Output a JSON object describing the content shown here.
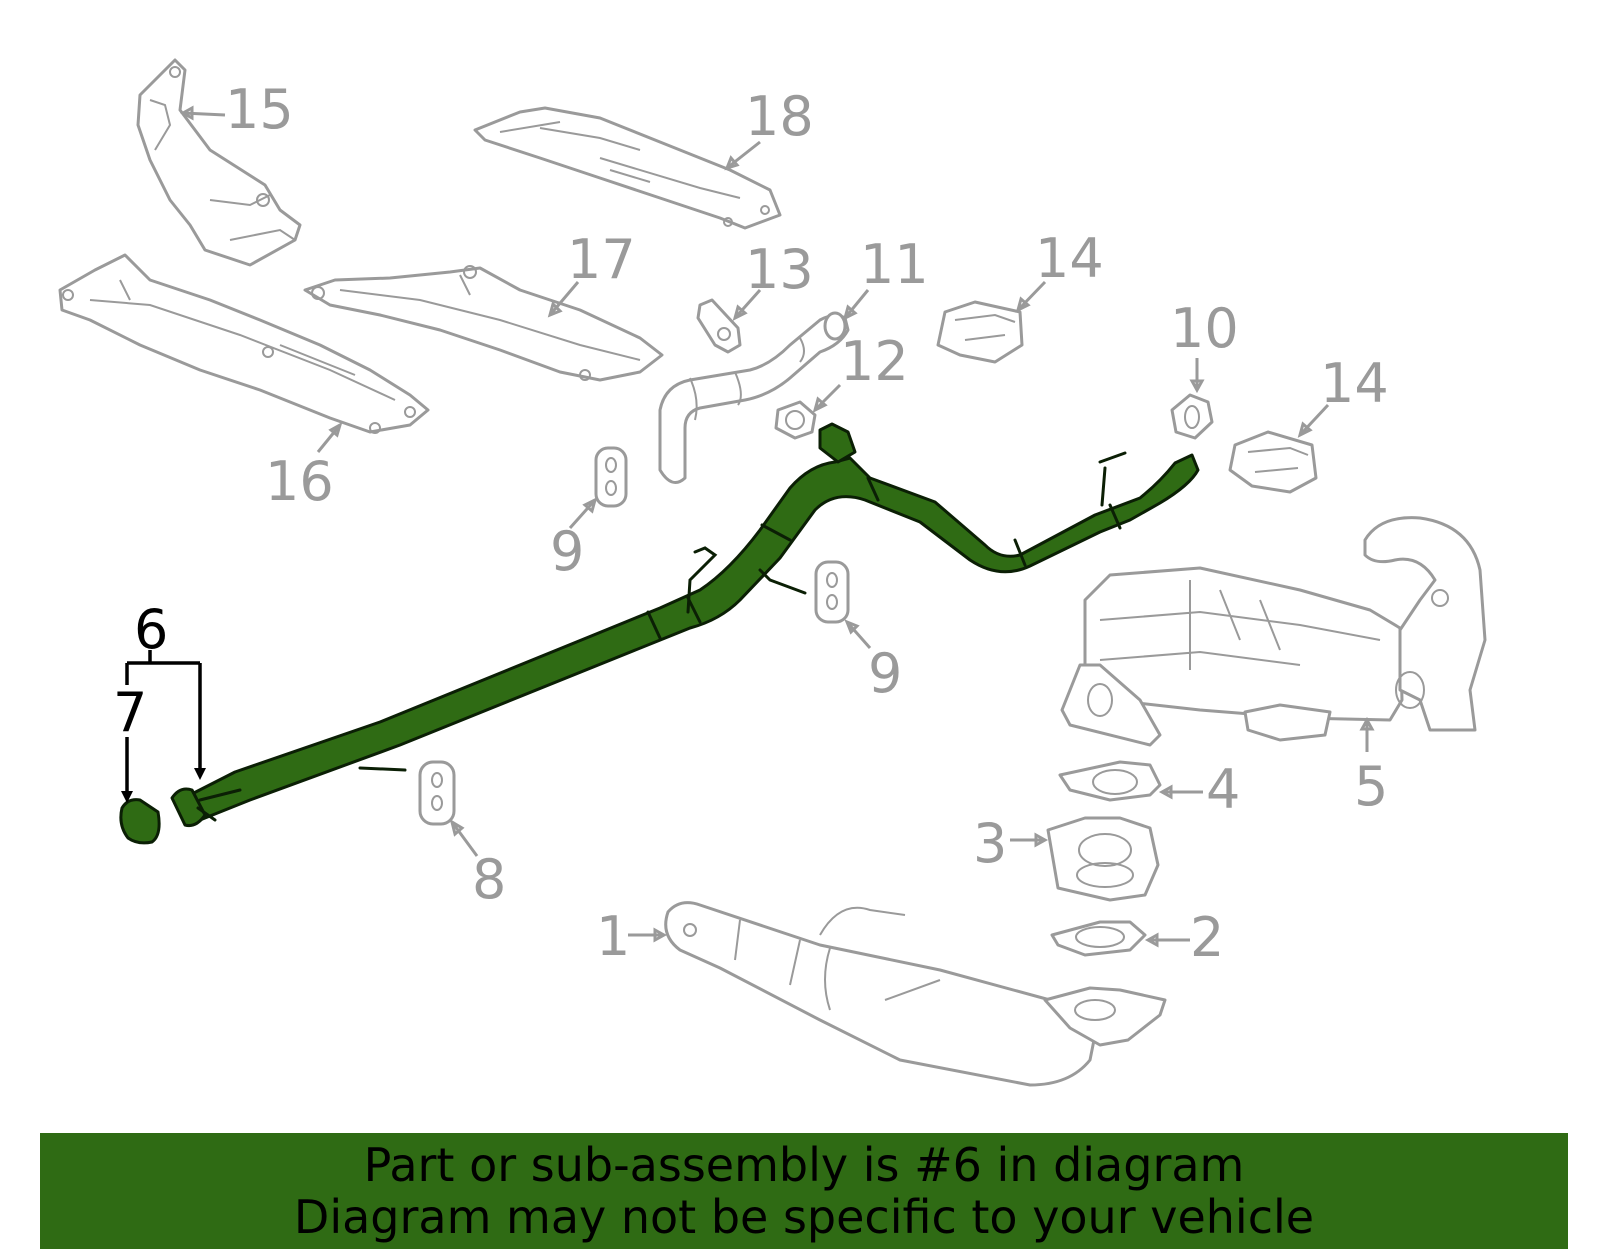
{
  "colors": {
    "highlight": "#2f6b14",
    "part_line": "#9a9a9a",
    "banner_bg": "#2f6b14",
    "banner_text": "#000000"
  },
  "callouts": {
    "c1": "1",
    "c2": "2",
    "c3": "3",
    "c4": "4",
    "c5": "5",
    "c6": "6",
    "c7": "7",
    "c8": "8",
    "c9a": "9",
    "c9b": "9",
    "c10": "10",
    "c11": "11",
    "c12": "12",
    "c13": "13",
    "c14a": "14",
    "c14b": "14",
    "c15": "15",
    "c16": "16",
    "c17": "17",
    "c18": "18"
  },
  "banner": {
    "line1": "Part or sub-assembly is #6 in diagram",
    "line2": "Diagram may not be specific to your vehicle"
  },
  "highlighted_part": "6"
}
